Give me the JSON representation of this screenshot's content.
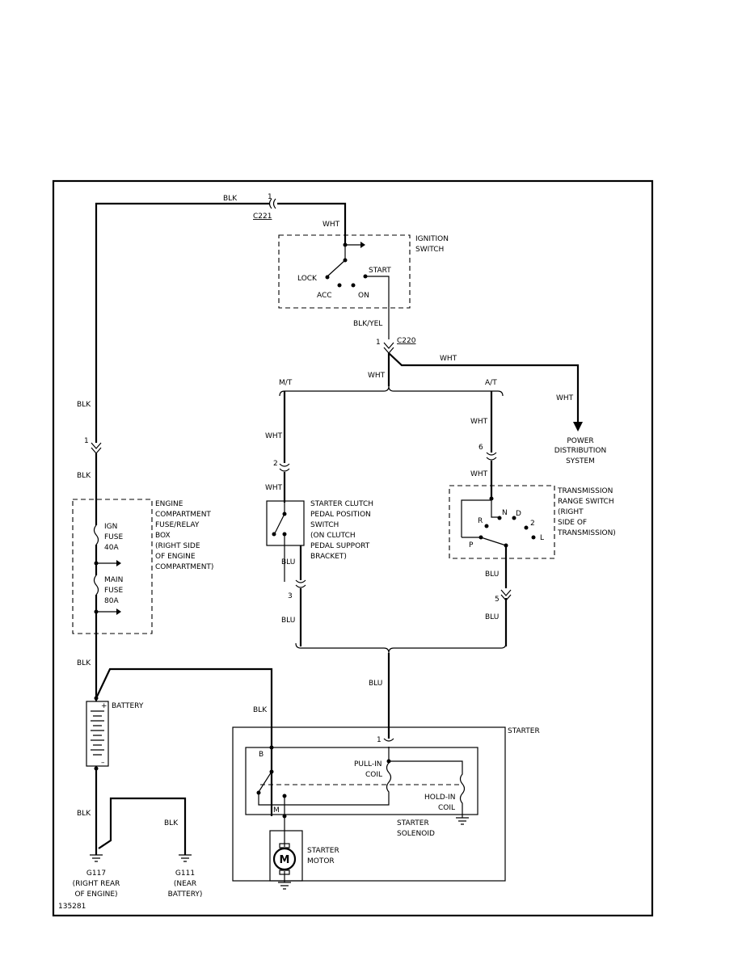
{
  "frame": {
    "figure_id": "135281"
  },
  "wires": {
    "blk": "BLK",
    "wht": "WHT",
    "blu": "BLU",
    "blk_yel": "BLK/YEL",
    "mt": "M/T",
    "at": "A/T"
  },
  "connectors": {
    "c221": "C221",
    "c220": "C220",
    "pin1": "1",
    "pin2": "2",
    "pin3": "3",
    "pin5": "5",
    "pin6": "6"
  },
  "ignition_switch": {
    "title": [
      "IGNITION",
      "SWITCH"
    ],
    "positions": {
      "lock": "LOCK",
      "acc": "ACC",
      "on": "ON",
      "start": "START"
    }
  },
  "power_distribution": {
    "lines": [
      "POWER",
      "DISTRIBUTION",
      "SYSTEM"
    ]
  },
  "fuse_box": {
    "title": [
      "ENGINE",
      "COMPARTMENT",
      "FUSE/RELAY",
      "BOX",
      "(RIGHT SIDE",
      "OF ENGINE",
      "COMPARTMENT)"
    ],
    "ign_fuse": [
      "IGN",
      "FUSE",
      "40A"
    ],
    "main_fuse": [
      "MAIN",
      "FUSE",
      "80A"
    ]
  },
  "clutch_switch": {
    "title": [
      "STARTER CLUTCH",
      "PEDAL POSITION",
      "SWITCH",
      "(ON CLUTCH",
      "PEDAL SUPPORT",
      "BRACKET)"
    ]
  },
  "transmission_switch": {
    "title": [
      "TRANSMISSION",
      "RANGE SWITCH",
      "(RIGHT",
      "SIDE OF",
      "TRANSMISSION)"
    ],
    "positions": {
      "r": "R",
      "n": "N",
      "d": "D",
      "two": "2",
      "p": "P",
      "l": "L"
    }
  },
  "battery": {
    "label": "BATTERY",
    "plus": "+",
    "minus": "–"
  },
  "starter": {
    "title": "STARTER",
    "terminal_b": "B",
    "terminal_m": "M",
    "pull_in": [
      "PULL-IN",
      "COIL"
    ],
    "hold_in": [
      "HOLD-IN",
      "COIL"
    ],
    "solenoid": [
      "STARTER",
      "SOLENOID"
    ],
    "motor": [
      "STARTER",
      "MOTOR"
    ],
    "motor_symbol": "M"
  },
  "grounds": {
    "g117": [
      "G117",
      "(RIGHT REAR",
      "OF ENGINE)"
    ],
    "g111": [
      "G111",
      "(NEAR",
      "BATTERY)"
    ]
  }
}
